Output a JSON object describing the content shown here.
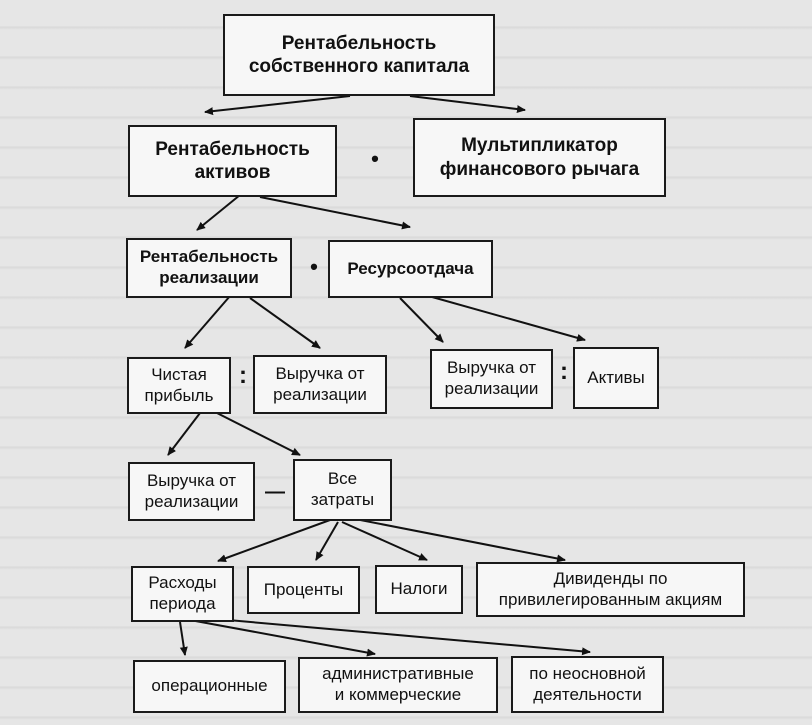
{
  "diagram": {
    "nodes": {
      "roe": "Рентабельность\nсобственного капитала",
      "roa": "Рентабельность\nактивов",
      "multiplier": "Мультипликатор\nфинансового рычага",
      "ros": "Рентабельность\nреализации",
      "turnover": "Ресурсоотдача",
      "net_profit": "Чистая\nприбыль",
      "revenue_a": "Выручка от\nреализации",
      "revenue_b": "Выручка от\nреализации",
      "assets": "Активы",
      "revenue_c": "Выручка от\nреализации",
      "all_costs": "Все\nзатраты",
      "period_costs": "Расходы\nпериода",
      "interest": "Проценты",
      "taxes": "Налоги",
      "dividends": "Дивиденды по\nпривилегированным акциям",
      "operational": "операционные",
      "admin": "административные\nи коммерческие",
      "nonmain": "по неосновной\nдеятельности"
    },
    "operators": {
      "multiply_dot": "•",
      "multiply_dot_small": "•",
      "divide": ":",
      "divide_b": ":",
      "minus": "—"
    },
    "edges": [
      [
        "roe",
        "roa"
      ],
      [
        "roe",
        "multiplier"
      ],
      [
        "roa",
        "ros"
      ],
      [
        "roa",
        "turnover"
      ],
      [
        "ros",
        "net_profit"
      ],
      [
        "ros",
        "revenue_a"
      ],
      [
        "turnover",
        "revenue_b"
      ],
      [
        "turnover",
        "assets"
      ],
      [
        "net_profit",
        "revenue_c"
      ],
      [
        "net_profit",
        "all_costs"
      ],
      [
        "all_costs",
        "period_costs"
      ],
      [
        "all_costs",
        "interest"
      ],
      [
        "all_costs",
        "taxes"
      ],
      [
        "all_costs",
        "dividends"
      ],
      [
        "period_costs",
        "operational"
      ],
      [
        "period_costs",
        "admin"
      ],
      [
        "period_costs",
        "nonmain"
      ]
    ]
  }
}
